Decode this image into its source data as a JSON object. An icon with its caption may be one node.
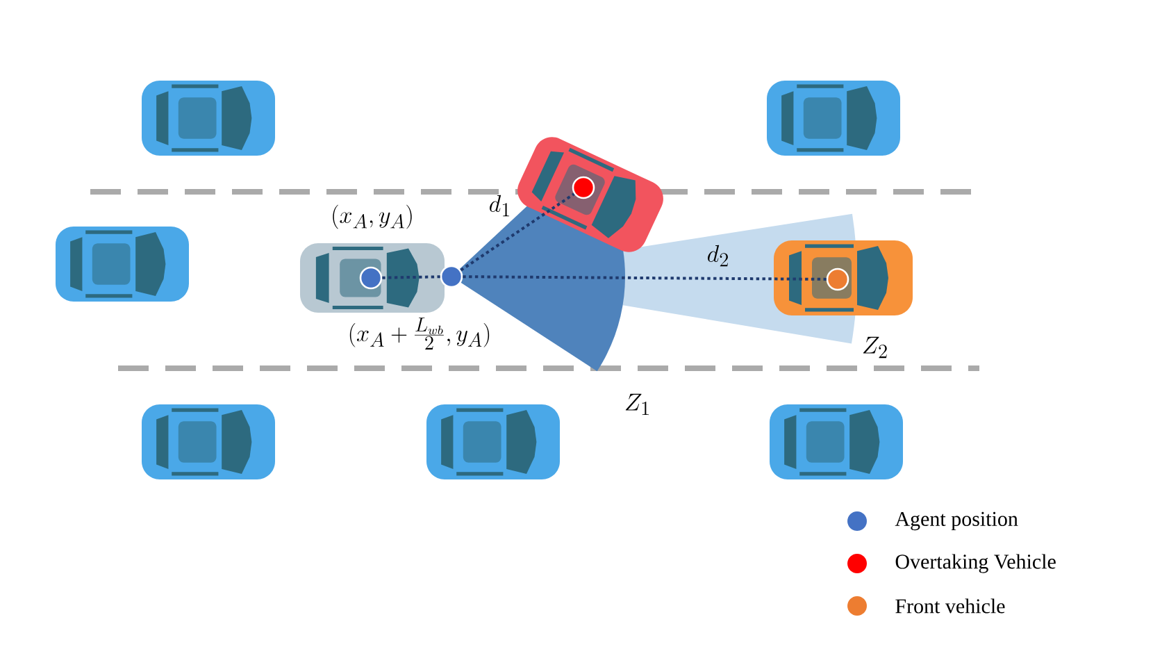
{
  "diagram": {
    "nodes": [
      {
        "text": [],
        "shape": "circle",
        "beside": [
          "(x_A, y_A)"
        ]
      },
      {
        "text": [],
        "shape": "circle",
        "beside": [
          "(x_A+\\frac{L_{wb}}{2}, y_A)"
        ]
      },
      {
        "text": [],
        "shape": "circle"
      },
      {
        "text": [],
        "shape": "circle"
      }
    ],
    "edges": [
      {
        "from": 0,
        "to": 1,
        "arrow": "none",
        "style": "dashed"
      },
      {
        "from": 1,
        "to": 2,
        "arrow": "none",
        "style": "dashed",
        "label": "d_1"
      },
      {
        "from": 1,
        "to": 3,
        "arrow": "none",
        "style": "dashed",
        "label": "d_2"
      }
    ],
    "labels": [
      "Z_1",
      "Z_2"
    ],
    "legend": [
      {
        "text": "Agent position",
        "color": "#4472c4"
      },
      {
        "text": "Overtaking Vehicle",
        "color": "#ff0000"
      },
      {
        "text": "Front vehicle",
        "color": "#ed7d31"
      }
    ]
  }
}
